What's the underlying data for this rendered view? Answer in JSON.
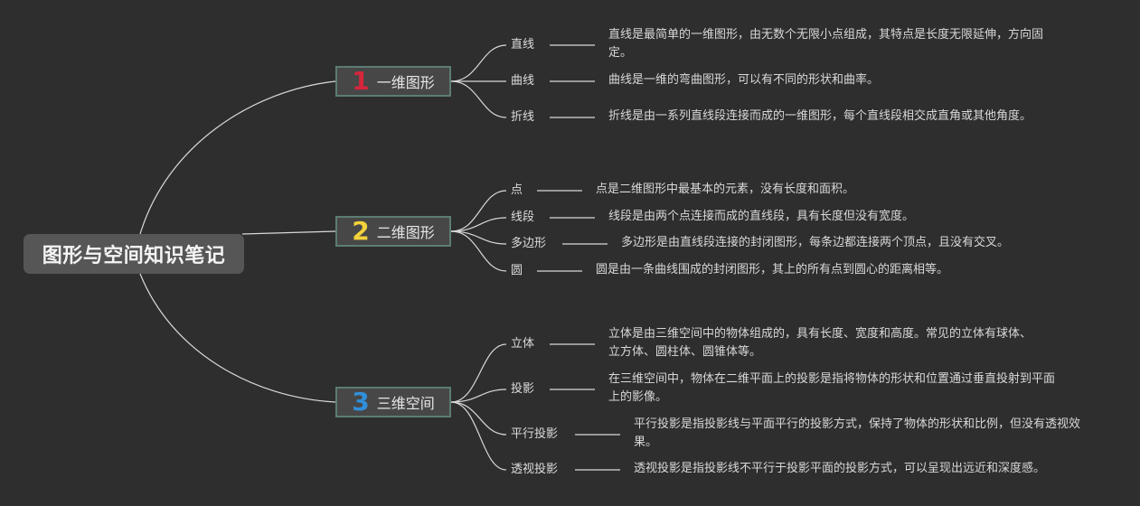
{
  "root": {
    "title": "图形与空间知识笔记"
  },
  "branches": [
    {
      "num": "1",
      "num_color": "#d6263c",
      "label": "一维图形",
      "items": [
        {
          "label": "直线",
          "desc": "直线是最简单的一维图形，由无数个无限小点组成，其特点是长度无限延伸，方向固定。"
        },
        {
          "label": "曲线",
          "desc": "曲线是一维的弯曲图形，可以有不同的形状和曲率。"
        },
        {
          "label": "折线",
          "desc": "折线是由一系列直线段连接而成的一维图形，每个直线段相交成直角或其他角度。"
        }
      ]
    },
    {
      "num": "2",
      "num_color": "#f2d23c",
      "label": "二维图形",
      "items": [
        {
          "label": "点",
          "desc": "点是二维图形中最基本的元素，没有长度和面积。"
        },
        {
          "label": "线段",
          "desc": "线段是由两个点连接而成的直线段，具有长度但没有宽度。"
        },
        {
          "label": "多边形",
          "desc": "多边形是由直线段连接的封闭图形，每条边都连接两个顶点，且没有交叉。"
        },
        {
          "label": "圆",
          "desc": "圆是由一条曲线围成的封闭图形，其上的所有点到圆心的距离相等。"
        }
      ]
    },
    {
      "num": "3",
      "num_color": "#2f8fd8",
      "label": "三维空间",
      "items": [
        {
          "label": "立体",
          "desc": "立体是由三维空间中的物体组成的，具有长度、宽度和高度。常见的立体有球体、立方体、圆柱体、圆锥体等。"
        },
        {
          "label": "投影",
          "desc": "在三维空间中，物体在二维平面上的投影是指将物体的形状和位置通过垂直投射到平面上的影像。"
        },
        {
          "label": "平行投影",
          "desc": "平行投影是指投影线与平面平行的投影方式，保持了物体的形状和比例，但没有透视效果。"
        },
        {
          "label": "透视投影",
          "desc": "透视投影是指投影线不平行于投影平面的投影方式，可以呈现出远近和深度感。"
        }
      ]
    }
  ]
}
